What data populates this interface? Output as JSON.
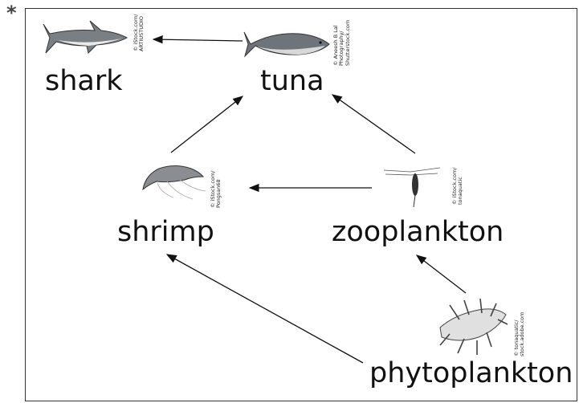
{
  "marker": "*",
  "organisms": {
    "shark": {
      "label": "shark",
      "credit": [
        "© iStock.com/",
        "ARTIUSTUDIO"
      ]
    },
    "tuna": {
      "label": "tuna",
      "credit": [
        "© Aneesh B Lal",
        "Photography/",
        "Shutterstock.com"
      ]
    },
    "shrimp": {
      "label": "shrimp",
      "credit": [
        "© iStock.com/",
        "Pongsan68"
      ]
    },
    "zooplankton": {
      "label": "zooplankton",
      "credit": [
        "© iStock.com/",
        "tonaquatic"
      ]
    },
    "phytoplankton": {
      "label": "phytoplankton",
      "credit": [
        "© tonaquatic/",
        "stock.adobe.com"
      ]
    }
  },
  "arrows": [
    {
      "from": "tuna",
      "to": "shark"
    },
    {
      "from": "shrimp",
      "to": "tuna"
    },
    {
      "from": "zooplankton",
      "to": "tuna"
    },
    {
      "from": "zooplankton",
      "to": "shrimp"
    },
    {
      "from": "phytoplankton",
      "to": "shrimp"
    },
    {
      "from": "phytoplankton",
      "to": "zooplankton"
    }
  ],
  "colors": {
    "line": "#111111",
    "frame": "#333333",
    "text": "#111111"
  }
}
